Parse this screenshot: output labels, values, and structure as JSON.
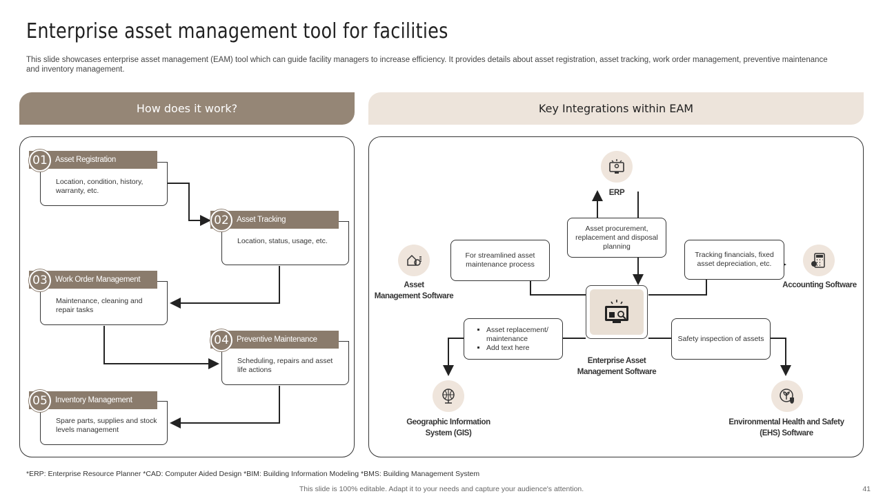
{
  "title": "Enterprise asset management tool for facilities",
  "subtitle": "This slide showcases enterprise asset management (EAM) tool which can guide facility managers to increase efficiency. It provides details about asset registration, asset tracking, work order management, preventive maintenance and inventory management.",
  "left_header": "How does it work?",
  "right_header": "Key Integrations within EAM",
  "steps": [
    {
      "num": "01",
      "title": "Asset Registration",
      "desc": "Location, condition, history, warranty, etc."
    },
    {
      "num": "02",
      "title": "Asset Tracking",
      "desc": "Location, status, usage, etc."
    },
    {
      "num": "03",
      "title": "Work Order Management",
      "desc": "Maintenance, cleaning and repair tasks"
    },
    {
      "num": "04",
      "title": "Preventive Maintenance",
      "desc": "Scheduling, repairs and asset life actions"
    },
    {
      "num": "05",
      "title": "Inventory Management",
      "desc": "Spare parts, supplies and stock levels management"
    }
  ],
  "integrations": {
    "center_label_line1": "Enterprise Asset",
    "center_label_line2": "Management Software",
    "erp": {
      "label": "ERP",
      "desc": "Asset procurement, replacement and disposal planning",
      "icon": "erp-monitor-icon"
    },
    "asset_mgmt": {
      "label_line1": "Asset",
      "label_line2": "Management Software",
      "desc": "For streamlined asset maintenance process",
      "icon": "gear-house-icon"
    },
    "accounting": {
      "label": "Accounting Software",
      "desc": "Tracking financials, fixed asset depreciation, etc.",
      "icon": "calculator-icon"
    },
    "gis": {
      "label_line1": "Geographic Information",
      "label_line2": "System (GIS)",
      "bullets": [
        "Asset replacement/ maintenance",
        "Add text here"
      ],
      "icon": "globe-icon"
    },
    "ehs": {
      "label_line1": "Environmental Health and Safety",
      "label_line2": "(EHS) Software",
      "desc": "Safety inspection of assets",
      "icon": "leaf-shield-icon"
    }
  },
  "footnote": "*ERP:  Enterprise Resource Planner *CAD: Computer Aided Design *BIM:  Building Information Modeling *BMS:  Building Management  System",
  "footer": "This slide is 100% editable. Adapt it to your needs and capture your audience's attention.",
  "page_number": "41",
  "colors": {
    "accent": "#8a7b6c",
    "header_dark": "#958676",
    "header_light": "#ede4db",
    "icon_bg": "#efe5dc"
  }
}
